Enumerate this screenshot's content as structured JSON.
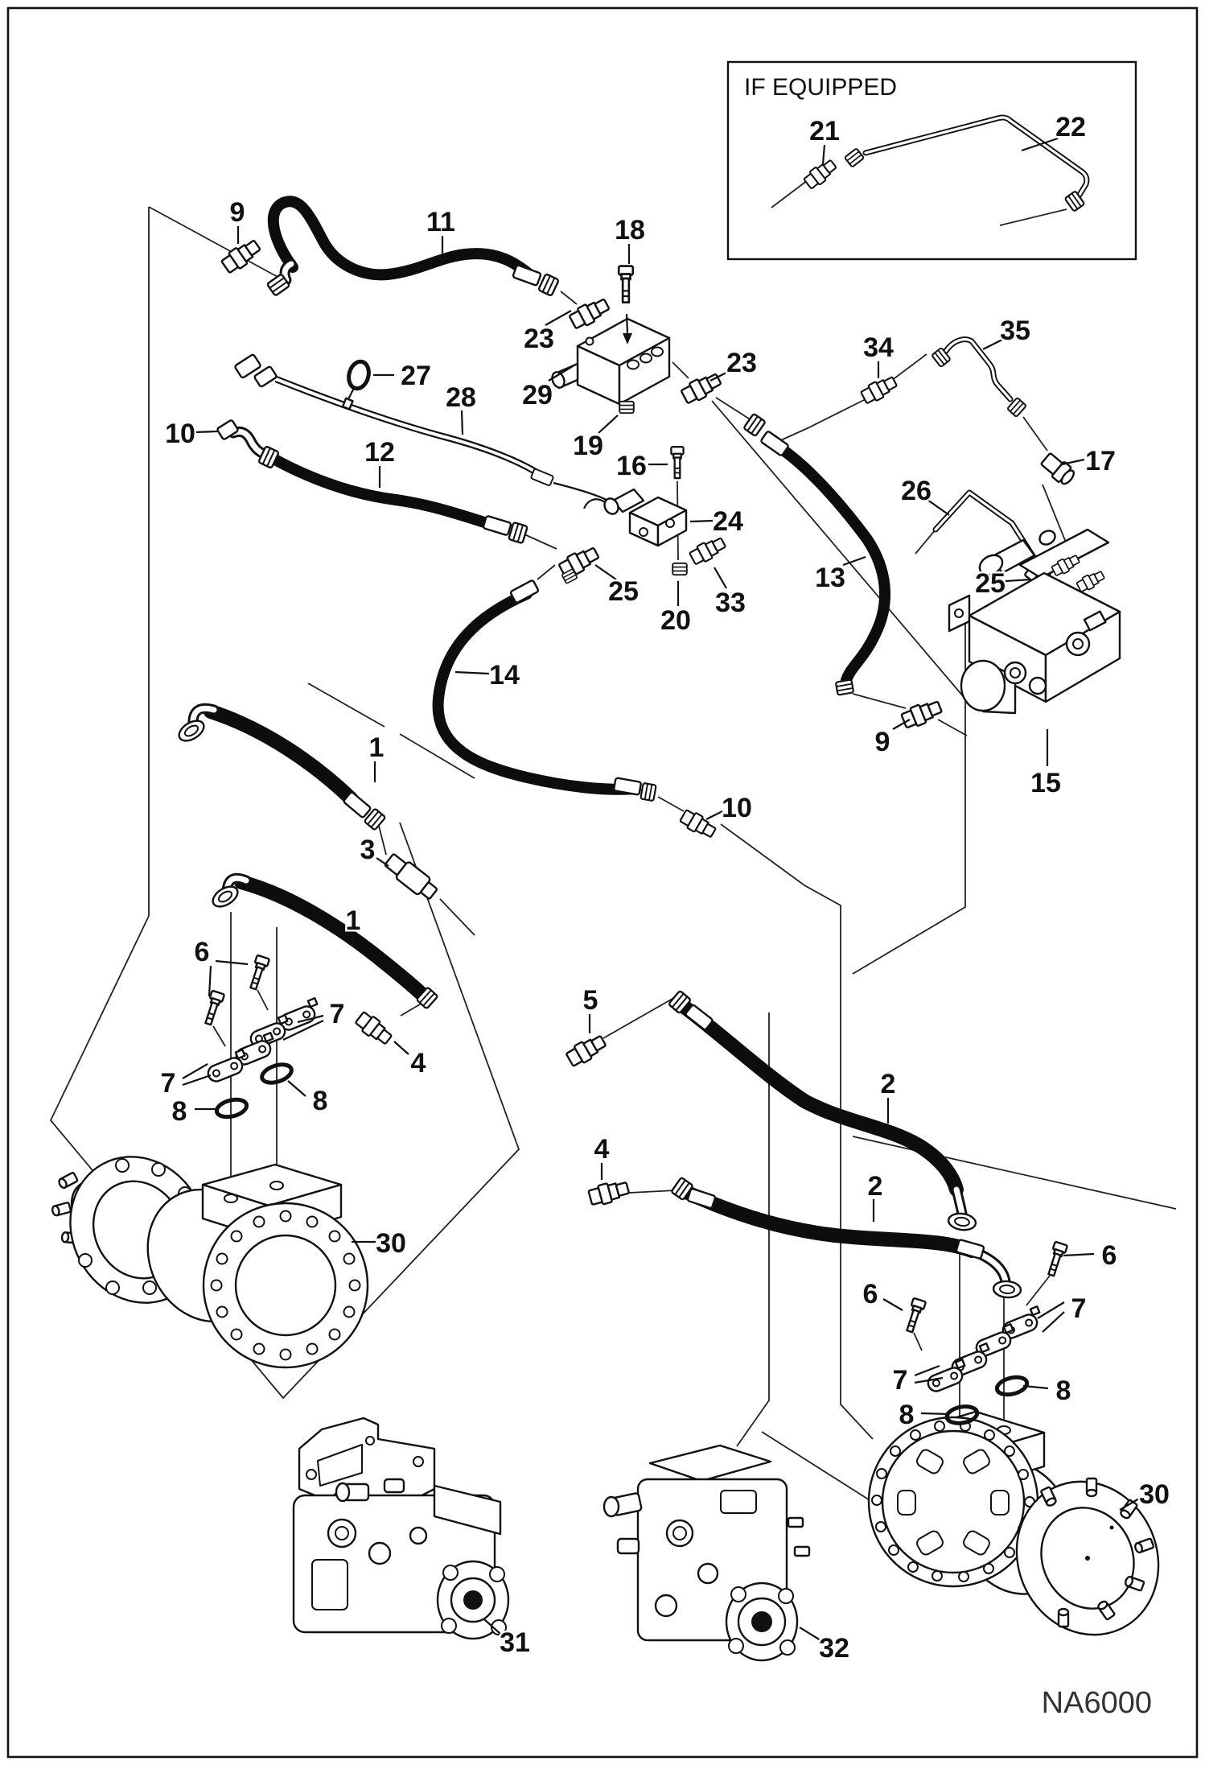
{
  "page": {
    "figure_code": "NA6000",
    "background": "#ffffff",
    "line_color": "#111111"
  },
  "inset": {
    "title": "IF EQUIPPED"
  },
  "callouts": [
    {
      "id": "9-top-left",
      "label": "9"
    },
    {
      "id": "11-hose",
      "label": "11"
    },
    {
      "id": "21-inset-fitting",
      "label": "21"
    },
    {
      "id": "22-inset-tube",
      "label": "22"
    },
    {
      "id": "18-bolt",
      "label": "18"
    },
    {
      "id": "23-left-fitting",
      "label": "23"
    },
    {
      "id": "29-manifold",
      "label": "29"
    },
    {
      "id": "27-cable-tie",
      "label": "27"
    },
    {
      "id": "28-harness",
      "label": "28"
    },
    {
      "id": "10-left-fitting",
      "label": "10"
    },
    {
      "id": "12-hose",
      "label": "12"
    },
    {
      "id": "16-bolt",
      "label": "16"
    },
    {
      "id": "19-nut",
      "label": "19"
    },
    {
      "id": "24-valve",
      "label": "24"
    },
    {
      "id": "23-right-fitting",
      "label": "23"
    },
    {
      "id": "34-fitting",
      "label": "34"
    },
    {
      "id": "35-tube",
      "label": "35"
    },
    {
      "id": "17-fitting",
      "label": "17"
    },
    {
      "id": "26-tube",
      "label": "26"
    },
    {
      "id": "25-tee-fitting",
      "label": "25"
    },
    {
      "id": "20-nut",
      "label": "20"
    },
    {
      "id": "33-fitting",
      "label": "33"
    },
    {
      "id": "13-hose",
      "label": "13"
    },
    {
      "id": "25-right-fitting",
      "label": "25"
    },
    {
      "id": "14-hose",
      "label": "14"
    },
    {
      "id": "9-right-fitting",
      "label": "9"
    },
    {
      "id": "15-valve-assy",
      "label": "15"
    },
    {
      "id": "10-bottom-fitting",
      "label": "10"
    },
    {
      "id": "1-hose-upper",
      "label": "1"
    },
    {
      "id": "3-fitting",
      "label": "3"
    },
    {
      "id": "1-hose-lower",
      "label": "1"
    },
    {
      "id": "5-fitting",
      "label": "5"
    },
    {
      "id": "4-fitting-mid",
      "label": "4"
    },
    {
      "id": "4-fitting-left",
      "label": "4"
    },
    {
      "id": "6-bolt-left",
      "label": "6"
    },
    {
      "id": "7-clamp-left-upper",
      "label": "7"
    },
    {
      "id": "7-clamp-left-lower",
      "label": "7"
    },
    {
      "id": "8-oring-left-a",
      "label": "8"
    },
    {
      "id": "8-oring-left-b",
      "label": "8"
    },
    {
      "id": "30-motor-left",
      "label": "30"
    },
    {
      "id": "2-hose-upper",
      "label": "2"
    },
    {
      "id": "2-hose-lower",
      "label": "2"
    },
    {
      "id": "6-bolt-right-top",
      "label": "6"
    },
    {
      "id": "6-bolt-right-left",
      "label": "6"
    },
    {
      "id": "7-clamp-right-upper",
      "label": "7"
    },
    {
      "id": "7-clamp-right-lower",
      "label": "7"
    },
    {
      "id": "8-oring-right-a",
      "label": "8"
    },
    {
      "id": "8-oring-right-b",
      "label": "8"
    },
    {
      "id": "30-motor-right",
      "label": "30"
    },
    {
      "id": "31-pump",
      "label": "31"
    },
    {
      "id": "32-pump",
      "label": "32"
    }
  ]
}
